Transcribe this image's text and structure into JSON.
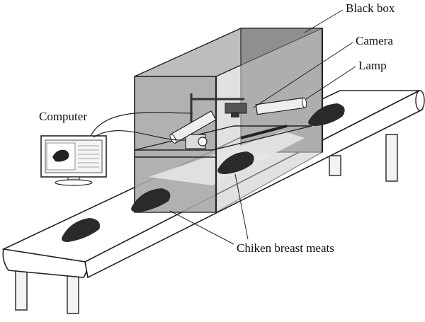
{
  "labels": {
    "black_box": "Black box",
    "camera": "Camera",
    "lamp": "Lamp",
    "computer": "Computer",
    "meats": "Chiken breast meats"
  },
  "colors": {
    "box_front": "#a9a9a9",
    "box_top": "#bdbdbd",
    "box_side": "#8f8f8f",
    "meat": "#2a2a2a",
    "belt": "#ffffff",
    "line": "#222222"
  }
}
